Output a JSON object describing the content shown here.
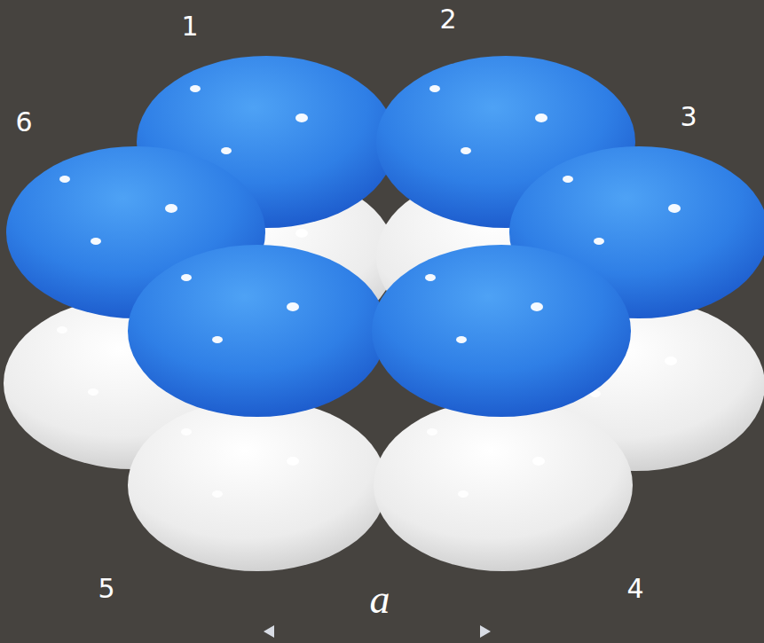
{
  "diagram": {
    "labels": [
      "1",
      "2",
      "3",
      "4",
      "5",
      "6",
      "a"
    ]
  }
}
